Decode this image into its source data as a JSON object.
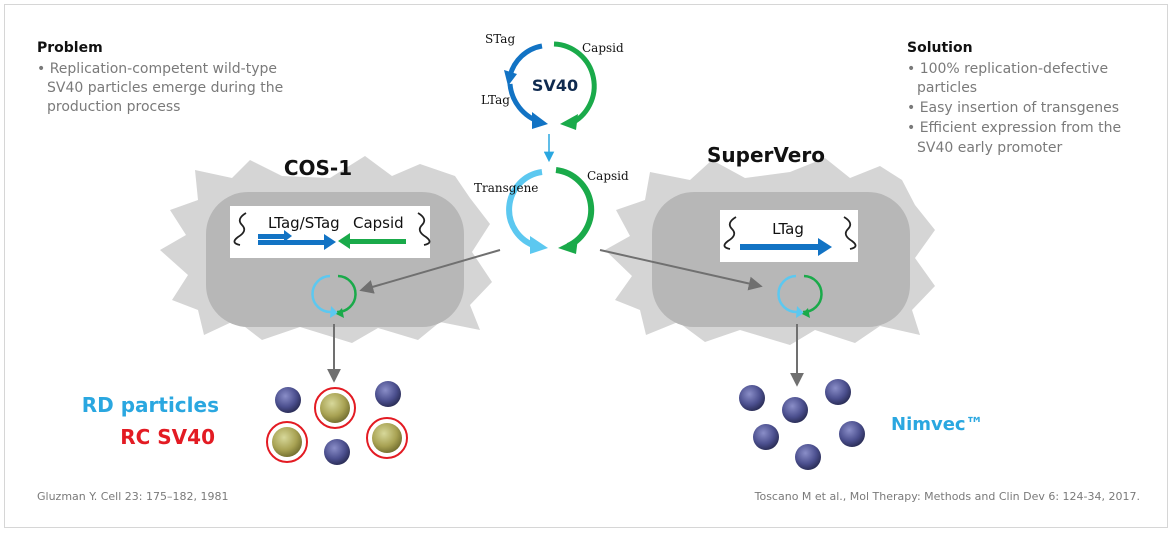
{
  "problem": {
    "heading": "Problem",
    "lines": [
      "• Replication-competent wild-type",
      "SV40 particles emerge during the",
      "production process"
    ]
  },
  "solution": {
    "heading": "Solution",
    "lines": [
      "• 100% replication-defective",
      "particles",
      "• Easy insertion of transgenes",
      "• Efficient expression from the",
      "SV40 early promoter"
    ]
  },
  "sv40_plasmid": {
    "name": "SV40",
    "stag": "STag",
    "ltag": "LTag",
    "capsid": "Capsid"
  },
  "vector_plasmid": {
    "transgene": "Transgene",
    "capsid": "Capsid"
  },
  "cos1": {
    "title": "COS-1",
    "ltag_stag": "LTag/STag",
    "capsid": "Capsid"
  },
  "supervero": {
    "title": "SuperVero",
    "ltag": "LTag"
  },
  "outputs": {
    "rd_particles": "RD particles",
    "rc_sv40": "RC SV40",
    "nimvec": "Nimvec™"
  },
  "references": {
    "left": "Gluzman Y. Cell 23: 175–182, 1981",
    "right": "Toscano M et al., Mol Therapy: Methods and Clin Dev 6: 124-34, 2017."
  },
  "colors": {
    "dark_blue": "#1273c4",
    "green": "#1aaa4a",
    "light_blue": "#5cc8f0",
    "label_cyan": "#2aa7e0",
    "red": "#e31b23",
    "navy": "#0f2a4f",
    "cell_outer": "#d5d5d5",
    "cell_inner": "#b7b7b7"
  }
}
